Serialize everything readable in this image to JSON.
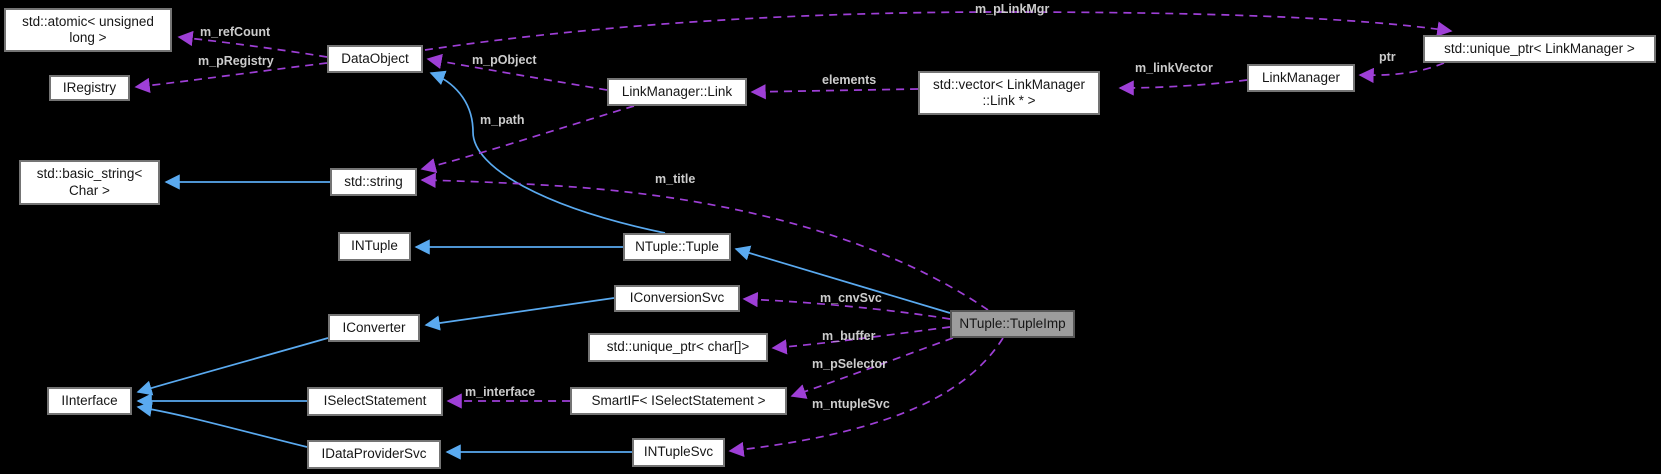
{
  "colors": {
    "background": "#000000",
    "node_bg": "#ffffff",
    "node_border": "#747474",
    "node_text": "#161616",
    "highlight_bg": "#9c9c9c",
    "highlight_border": "#565656",
    "inherit_edge": "#5aaaf0",
    "usage_edge": "#9e3fd6",
    "edge_label": "#cccccc"
  },
  "diagram_type": "doxygen-collaboration-graph",
  "nodes": {
    "atomic_unsigned_long": {
      "label": "std::atomic< unsigned long >"
    },
    "iregistry": {
      "label": "IRegistry"
    },
    "dataobject": {
      "label": "DataObject"
    },
    "linkmanager_link": {
      "label": "LinkManager::Link"
    },
    "vector_linkmanager_link": {
      "label": "std::vector< LinkManager ::Link * >"
    },
    "linkmanager": {
      "label": "LinkManager"
    },
    "unique_ptr_linkmanager": {
      "label": "std::unique_ptr< LinkManager >"
    },
    "basic_string": {
      "label": "std::basic_string< Char >"
    },
    "std_string": {
      "label": "std::string"
    },
    "intuple": {
      "label": "INTuple"
    },
    "ntuple_tuple": {
      "label": "NTuple::Tuple"
    },
    "iconversionsvc": {
      "label": "IConversionSvc"
    },
    "iconverter": {
      "label": "IConverter"
    },
    "ntuple_tupleimp": {
      "label": "NTuple::TupleImp"
    },
    "unique_ptr_char": {
      "label": "std::unique_ptr< char[]>"
    },
    "iinterface": {
      "label": "IInterface"
    },
    "iselectstatement": {
      "label": "ISelectStatement"
    },
    "smartif_iselectstatement": {
      "label": "SmartIF< ISelectStatement >"
    },
    "idataprovidersvc": {
      "label": "IDataProviderSvc"
    },
    "intuplesvc": {
      "label": "INTupleSvc"
    }
  },
  "edge_labels": {
    "m_refCount": "m_refCount",
    "m_pRegistry": "m_pRegistry",
    "m_pLinkMgr": "m_pLinkMgr",
    "m_pObject": "m_pObject",
    "ptr": "ptr",
    "m_linkVector": "m_linkVector",
    "elements": "elements",
    "m_path": "m_path",
    "m_title": "m_title",
    "m_cnvSvc": "m_cnvSvc",
    "m_buffer": "m_buffer",
    "m_pSelector": "m_pSelector",
    "m_ntupleSvc": "m_ntupleSvc",
    "m_interface": "m_interface"
  }
}
